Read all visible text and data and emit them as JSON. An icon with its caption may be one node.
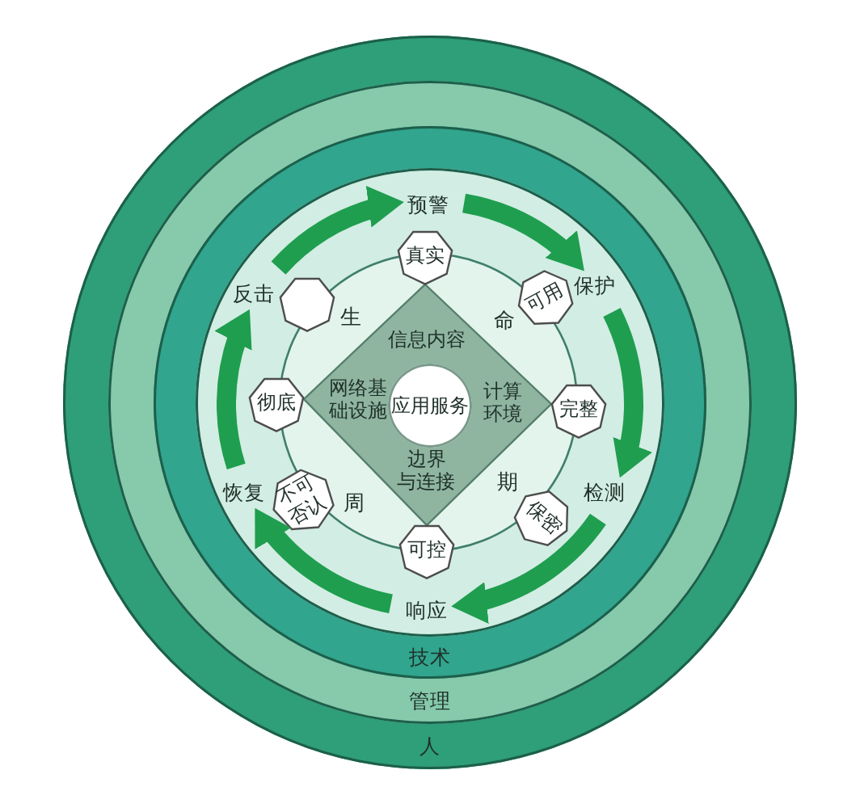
{
  "diagram": {
    "nodes": [
      {
        "text": [
          "人"
        ]
      },
      {
        "text": [
          "管理"
        ],
        "in": 0
      },
      {
        "text": [
          "技术"
        ],
        "in": 1
      },
      {
        "text": [],
        "shape": "circle",
        "in": 2
      },
      {
        "text": [
          "预警"
        ],
        "in": 3
      },
      {
        "text": [
          "保护"
        ],
        "in": 3
      },
      {
        "text": [
          "检测"
        ],
        "in": 3
      },
      {
        "text": [
          "响应"
        ],
        "in": 3
      },
      {
        "text": [
          "恢复"
        ],
        "in": 3
      },
      {
        "text": [
          "反击"
        ],
        "in": 3
      },
      {
        "text": [
          "真实"
        ],
        "in": 3
      },
      {
        "text": [
          "可用"
        ],
        "in": 3
      },
      {
        "text": [
          "完整"
        ],
        "in": 3
      },
      {
        "text": [
          "保密"
        ],
        "in": 3
      },
      {
        "text": [
          "可控"
        ],
        "in": 3
      },
      {
        "text": [
          "不可否认"
        ],
        "in": 3
      },
      {
        "text": [
          "彻底"
        ],
        "in": 3
      },
      {
        "text": [],
        "shape": "heptagon",
        "in": 3
      },
      {
        "text": [
          "信息内容",
          "网络基础设施",
          "计算环境",
          "边界与连接"
        ],
        "in": 3
      },
      {
        "text": [
          "应用服务"
        ],
        "in": 18
      }
    ],
    "edges": [
      {
        "from": 9,
        "to": 4,
        "arrow": "to"
      },
      {
        "from": 4,
        "to": 5,
        "arrow": "to"
      },
      {
        "from": 5,
        "to": 6,
        "arrow": "to"
      },
      {
        "from": 6,
        "to": 7,
        "arrow": "to"
      },
      {
        "from": 7,
        "to": 8,
        "arrow": "to"
      },
      {
        "from": 8,
        "to": 9,
        "arrow": "to"
      }
    ],
    "labels": [
      "生",
      "命",
      "周",
      "期"
    ]
  }
}
